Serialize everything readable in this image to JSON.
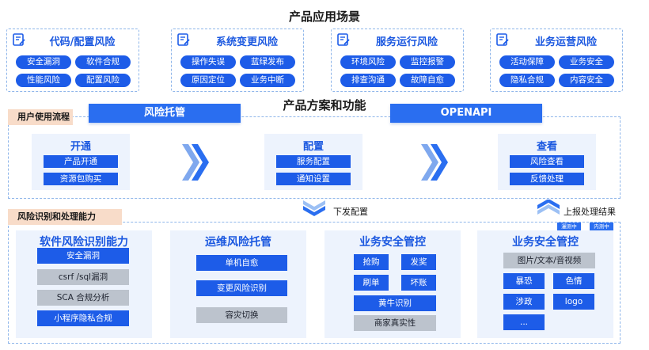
{
  "header": {
    "title": "产品应用场景"
  },
  "scenarios": [
    {
      "title": "代码/配置风险",
      "items": [
        "安全漏洞",
        "软件合规",
        "性能风险",
        "配置风险"
      ]
    },
    {
      "title": "系统变更风险",
      "items": [
        "操作失误",
        "蓝绿发布",
        "原因定位",
        "业务中断"
      ]
    },
    {
      "title": "服务运行风险",
      "items": [
        "环境风险",
        "监控报警",
        "排查沟通",
        "故障自愈"
      ]
    },
    {
      "title": "业务运营风险",
      "items": [
        "活动保障",
        "业务安全",
        "隐私合规",
        "内容安全"
      ]
    }
  ],
  "solutions": {
    "title": "产品方案和功能",
    "left_bar": "风险托管",
    "right_bar": "OPENAPI"
  },
  "user_flow": {
    "tag": "用户使用流程",
    "stages": [
      {
        "title": "开通",
        "items": [
          "产品开通",
          "资源包购买"
        ]
      },
      {
        "title": "配置",
        "items": [
          "服务配置",
          "通知设置"
        ]
      },
      {
        "title": "查看",
        "items": [
          "风险查看",
          "反馈处理"
        ]
      }
    ],
    "down_label": "下发配置",
    "up_label": "上报处理结果"
  },
  "capabilities": {
    "tag": "风险识别和处理能力",
    "mini_tags": [
      "灑测中",
      "内测中"
    ],
    "panels": [
      {
        "title": "软件风险识别能力",
        "items": [
          "安全漏洞",
          "csrf /sql漏洞",
          "SCA 合规分析",
          "小程序隐私合规"
        ]
      },
      {
        "title": "运维风险托管",
        "items": [
          "单机自愈",
          "变更风险识别",
          "容灾切换"
        ]
      },
      {
        "title": "业务安全管控",
        "items": [
          "抢购",
          "发奖",
          "刷单",
          "坏账",
          "黄牛识别",
          "商家真实性"
        ]
      },
      {
        "title": "业务安全管控",
        "items": [
          "图片/文本/音视频",
          "暴恐",
          "色情",
          "涉政",
          "logo",
          "..."
        ]
      }
    ]
  },
  "colors": {
    "primary": "#1d5ce8",
    "panel_bg": "#edf3fd",
    "tag_bg": "#f8dcc9",
    "gray_btn": "#bcc3cd",
    "dash": "#8fb6ea"
  }
}
